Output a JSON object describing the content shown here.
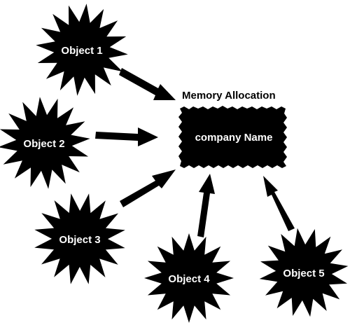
{
  "diagram": {
    "memory_block": {
      "title": "Memory Allocation",
      "label": "company Name"
    },
    "objects": [
      {
        "label": "Object 1"
      },
      {
        "label": "Object 2"
      },
      {
        "label": "Object 3"
      },
      {
        "label": "Object 4"
      },
      {
        "label": "Object 5"
      }
    ]
  },
  "colors": {
    "shape_fill": "#000000",
    "label_text": "#ffffff",
    "title_text": "#000000",
    "background": "#ffffff"
  }
}
